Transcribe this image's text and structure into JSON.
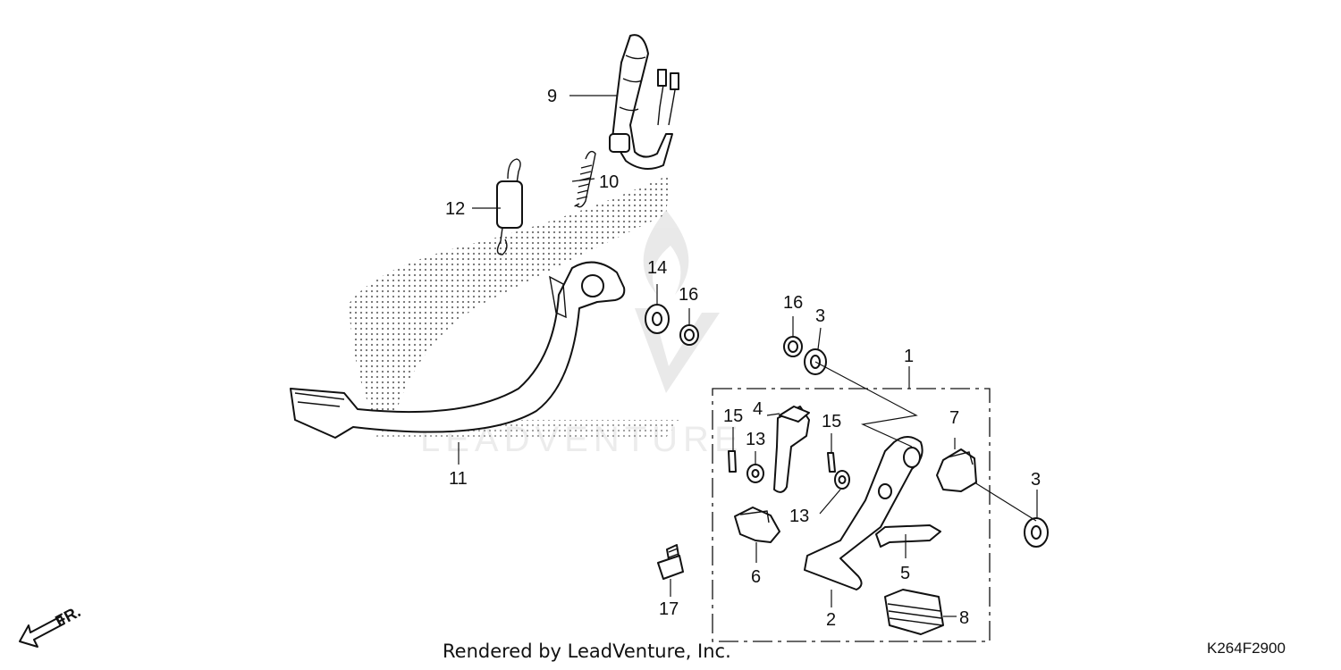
{
  "diagram": {
    "callouts": {
      "p1": "1",
      "p2": "2",
      "p3a": "3",
      "p3b": "3",
      "p4": "4",
      "p5": "5",
      "p6": "6",
      "p7": "7",
      "p8": "8",
      "p9": "9",
      "p10": "10",
      "p11": "11",
      "p12": "12",
      "p13a": "13",
      "p13b": "13",
      "p14": "14",
      "p15a": "15",
      "p15b": "15",
      "p16a": "16",
      "p16b": "16",
      "p17": "17"
    },
    "direction_label": "FR.",
    "watermark_text": "LEADVENTURE"
  },
  "footer": {
    "credit": "Rendered by LeadVenture, Inc.",
    "diagram_code": "K264F2900"
  }
}
